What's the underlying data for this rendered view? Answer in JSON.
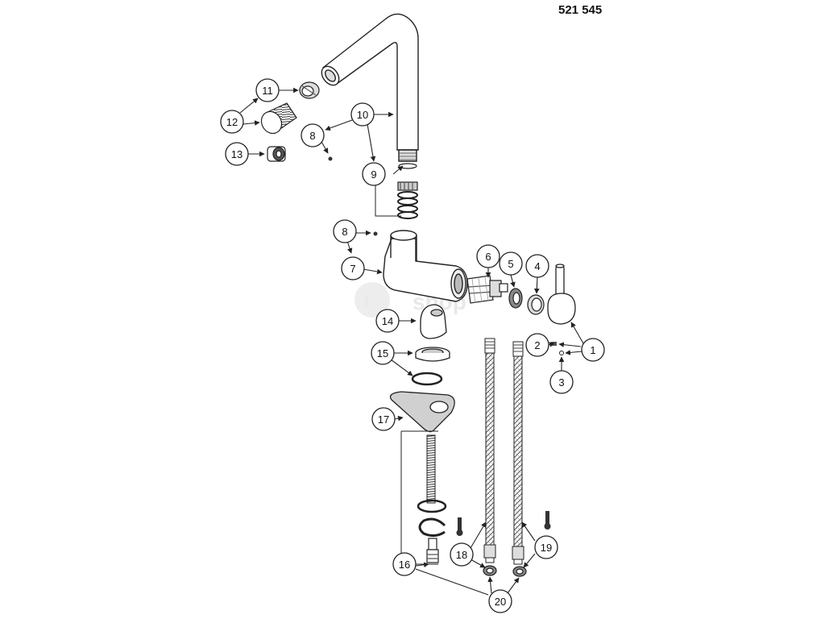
{
  "document": {
    "part_number": "521 545"
  },
  "watermark": {
    "brand": "shop"
  },
  "callouts": {
    "c1": "1",
    "c2": "2",
    "c3": "3",
    "c4": "4",
    "c5": "5",
    "c6": "6",
    "c7": "7",
    "c8a": "8",
    "c8b": "8",
    "c9": "9",
    "c10": "10",
    "c11": "11",
    "c12": "12",
    "c13": "13",
    "c14": "14",
    "c15": "15",
    "c16": "16",
    "c17": "17",
    "c18": "18",
    "c19": "19",
    "c20": "20"
  },
  "colors": {
    "line": "#222222",
    "part_fill": "#ffffff",
    "shade": "#bdbdbd",
    "dark": "#555555",
    "watermark": "#e6e6e6"
  }
}
